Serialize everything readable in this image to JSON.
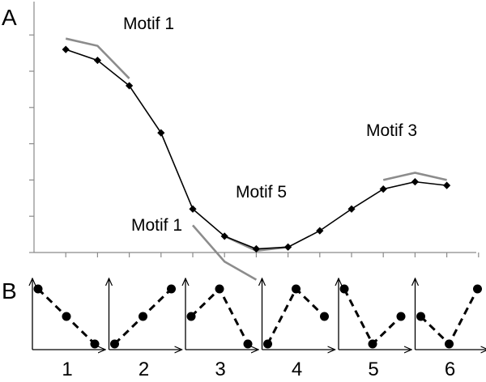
{
  "panels": {
    "a_label": "A",
    "b_label": "B"
  },
  "chart_data": {
    "type": "line",
    "title": "",
    "xlabel": "",
    "ylabel": "",
    "x": [
      1,
      2,
      3,
      4,
      5,
      6,
      7,
      8,
      9,
      10,
      11,
      12,
      13,
      14
    ],
    "xlim": [
      0,
      14.5
    ],
    "ylim": [
      0,
      6.5
    ],
    "grid": false,
    "series": [
      {
        "values": [
          5.6,
          5.3,
          4.6,
          3.3,
          1.2,
          0.45,
          0.1,
          0.15,
          0.6,
          1.2,
          1.75,
          1.95,
          1.85
        ]
      }
    ],
    "marker": "diamond",
    "line_color": "#000000",
    "fit_color": "#8c8c8c",
    "motifs": [
      {
        "label": "Motif 1",
        "fit": [
          [
            1,
            5.9
          ],
          [
            2,
            5.7
          ],
          [
            3,
            4.8
          ]
        ]
      },
      {
        "label": "Motif 1",
        "fit": [
          [
            5,
            0.75
          ],
          [
            6,
            -0.25
          ],
          [
            7,
            -0.75
          ]
        ]
      },
      {
        "label": "Motif 5",
        "fit": [
          [
            6,
            0.45
          ],
          [
            7,
            0.05
          ],
          [
            8,
            0.15
          ]
        ]
      },
      {
        "label": "Motif 3",
        "fit": [
          [
            11,
            2.0
          ],
          [
            12,
            2.2
          ],
          [
            13,
            2.0
          ]
        ]
      }
    ]
  },
  "motif_icons": [
    {
      "number": "1",
      "points": [
        3,
        2,
        1
      ]
    },
    {
      "number": "2",
      "points": [
        1,
        2,
        3
      ]
    },
    {
      "number": "3",
      "points": [
        2,
        3,
        1
      ]
    },
    {
      "number": "4",
      "points": [
        1,
        3,
        2
      ]
    },
    {
      "number": "5",
      "points": [
        3,
        1,
        2
      ]
    },
    {
      "number": "6",
      "points": [
        2,
        1,
        3
      ]
    }
  ]
}
